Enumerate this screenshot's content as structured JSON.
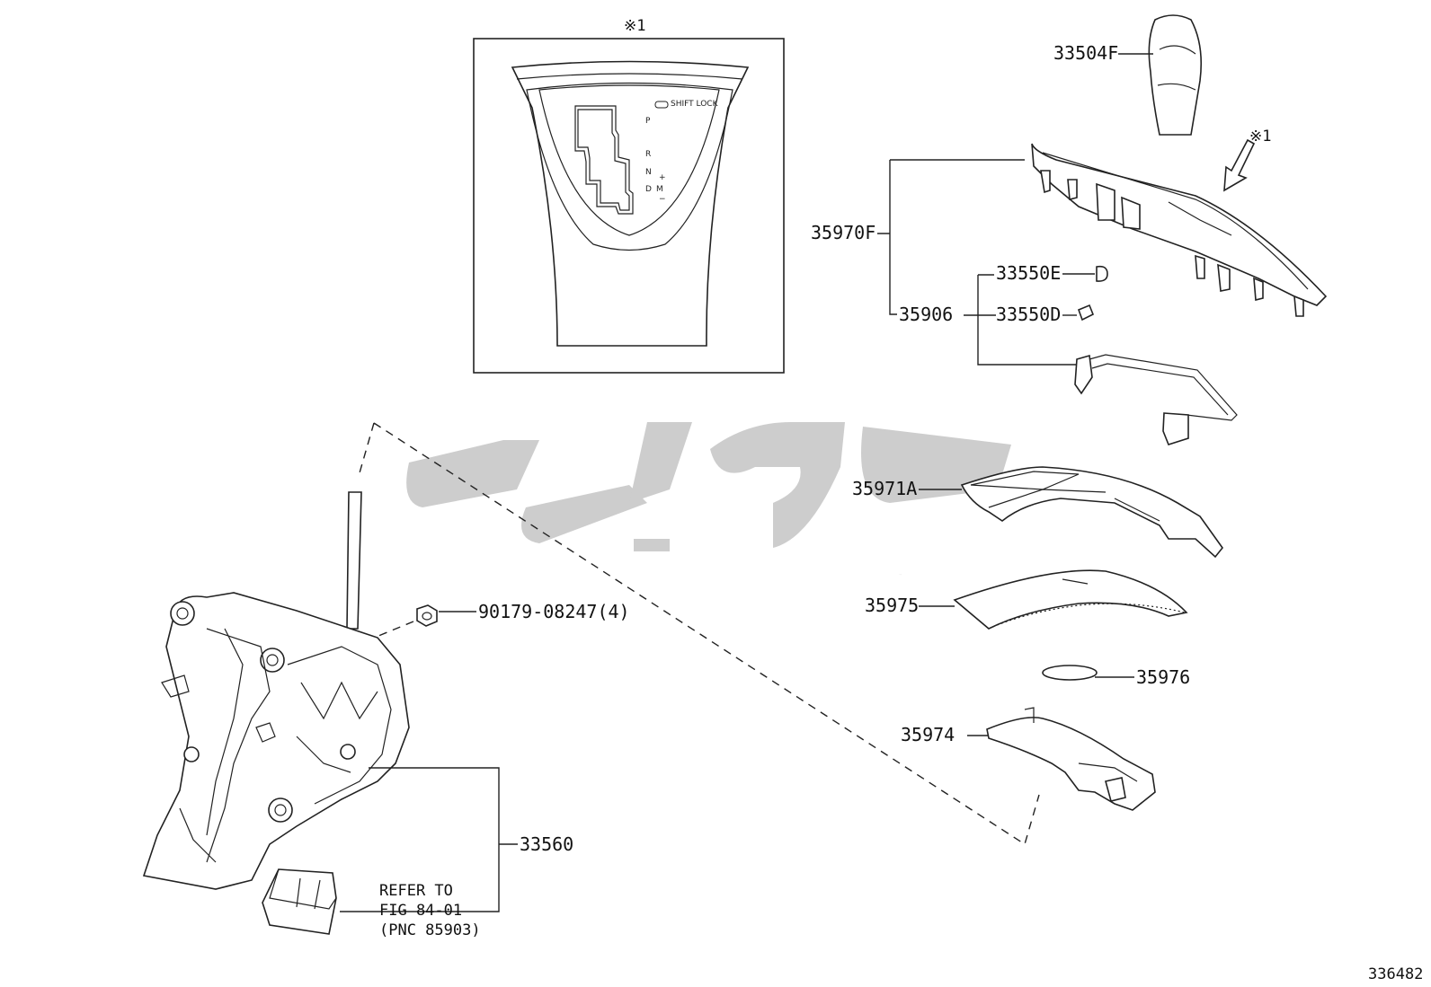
{
  "inset": {
    "note_symbol": "※1",
    "gate_letters": [
      "P",
      "R",
      "N",
      "D",
      "M"
    ],
    "gate_plus": "+",
    "gate_minus": "−",
    "gate_button": "SHIFT LOCK"
  },
  "labels": {
    "p33504F": "33504F",
    "p35970F": "35970F",
    "p35906": "35906",
    "p33550E": "33550E",
    "p33550D": "33550D",
    "p35971A": "35971A",
    "p35975": "35975",
    "p35976": "35976",
    "p35974": "35974",
    "p90179": "90179-08247(4)",
    "p33560": "33560",
    "arrow_note": "※1"
  },
  "refer": {
    "line1": "REFER TO",
    "line2": "FIG 84-01",
    "line3": "(PNC 85903)"
  },
  "watermark": "کوپارک",
  "diagram_id": "336482"
}
